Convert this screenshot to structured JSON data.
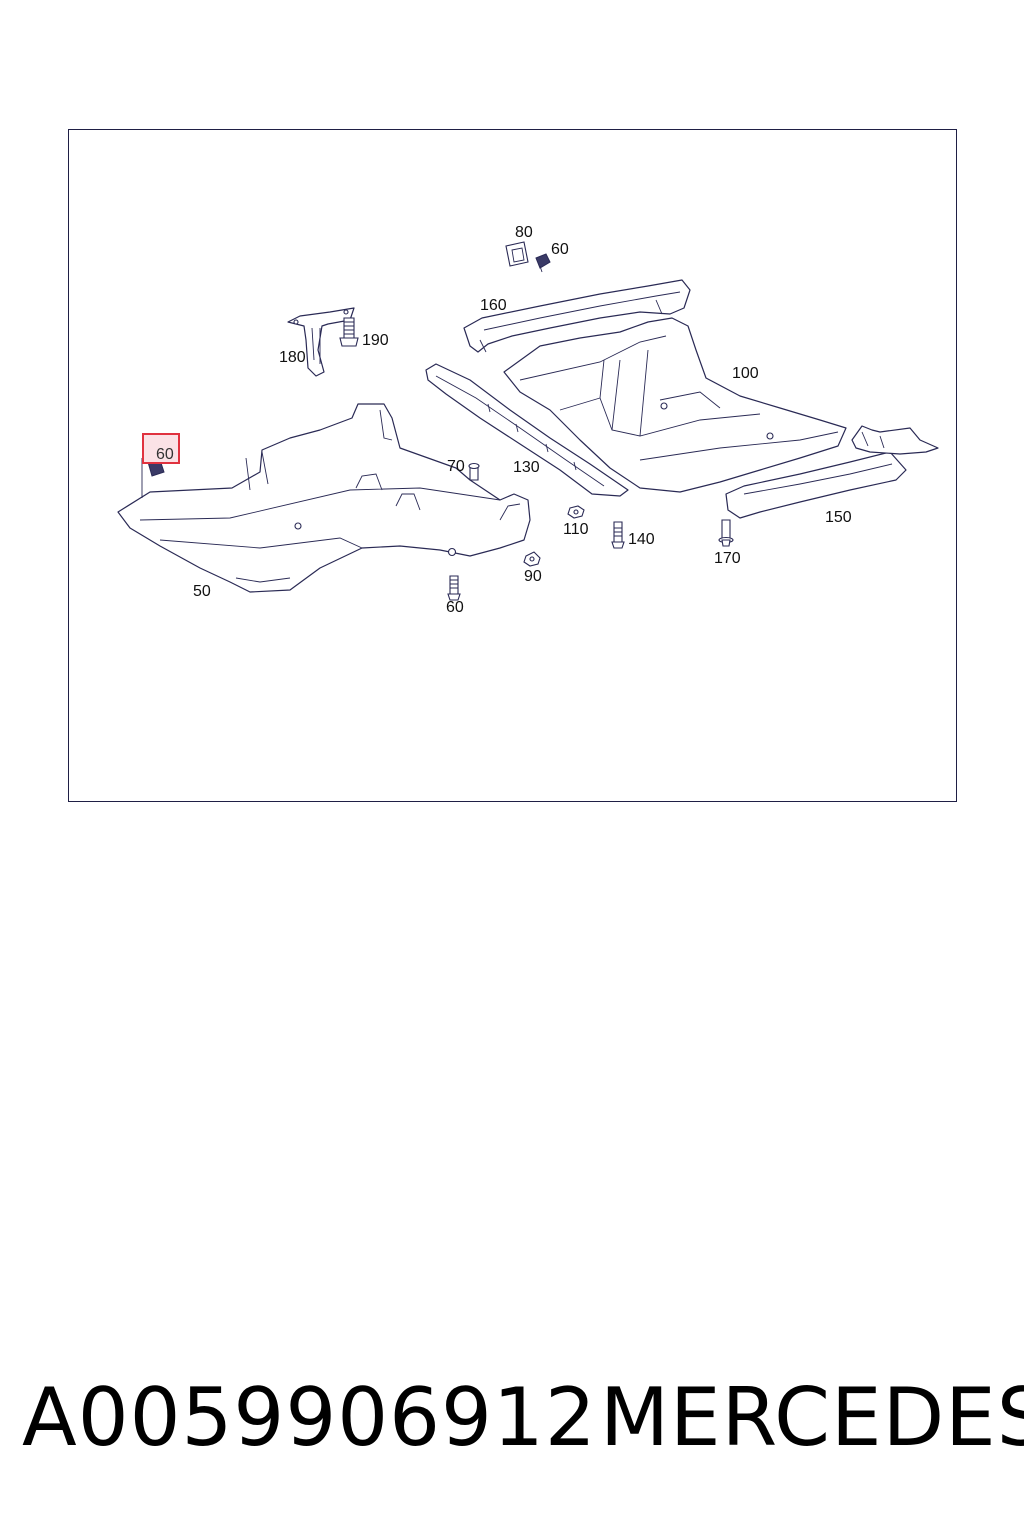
{
  "diagram": {
    "callouts": {
      "c80": "80",
      "c60_top": "60",
      "c160": "160",
      "c190": "190",
      "c180": "180",
      "c100": "100",
      "c60_highlight": "60",
      "c70": "70",
      "c130": "130",
      "c110": "110",
      "c140": "140",
      "c150": "150",
      "c170": "170",
      "c90": "90",
      "c50": "50",
      "c60_bottom": "60"
    },
    "colors": {
      "line": "#2a2a55",
      "frame": "#1f1f45",
      "highlight_fill": "#fbe2e6",
      "highlight_border": "#e0323f"
    }
  },
  "footer": {
    "part_number": "A0059906912",
    "brand": "MERCEDES"
  }
}
